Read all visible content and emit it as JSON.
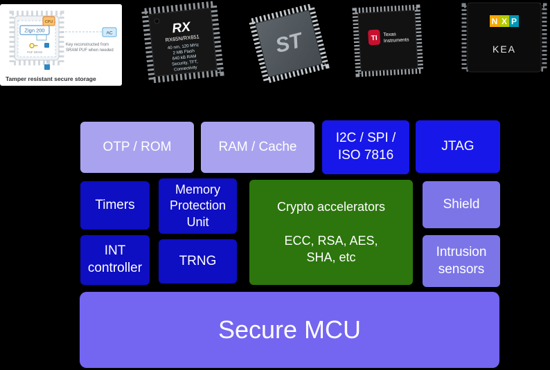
{
  "colors": {
    "background": "#000000",
    "lavender_block": "#a9a3ef",
    "bright_blue_block": "#1717ea",
    "dark_blue_block": "#0e0ec2",
    "green_block": "#2c760d",
    "purple_block": "#7c75e8",
    "mcu_block": "#7466f0",
    "text": "#ffffff"
  },
  "chips": {
    "zign": {
      "name": "Zign 200",
      "cpu": "CPU",
      "ac": "AC",
      "note1": "Key reconstructed from",
      "note2": "SRAM PUF when needed",
      "puf_label": "PUF SRAM",
      "caption": "Tamper resistant secure storage"
    },
    "renesas": {
      "logo": "RX",
      "model": "RX65N/RX651",
      "spec1": "40 nm, 120 MHz",
      "spec2": "2 MB Flash",
      "spec3": "640 kB RAM",
      "spec4": "Security, TFT,",
      "spec5": "Connectivity"
    },
    "st": {
      "logo": "ST"
    },
    "ti": {
      "logo": "TI",
      "brand_line1": "Texas",
      "brand_line2": "Instruments"
    },
    "nxp": {
      "letter_n": "N",
      "letter_x": "X",
      "letter_p": "P",
      "model": "KEA"
    }
  },
  "blocks": {
    "otp_rom": "OTP / ROM",
    "ram_cache": "RAM / Cache",
    "i2c_spi": "I2C / SPI / ISO 7816",
    "jtag": "JTAG",
    "timers": "Timers",
    "mpu": "Memory Protection Unit",
    "crypto_title": "Crypto accelerators",
    "crypto_sub": "ECC, RSA, AES, SHA, etc",
    "shield": "Shield",
    "int_controller": "INT controller",
    "trng": "TRNG",
    "intrusion": "Intrusion sensors",
    "mcu": "Secure MCU"
  }
}
